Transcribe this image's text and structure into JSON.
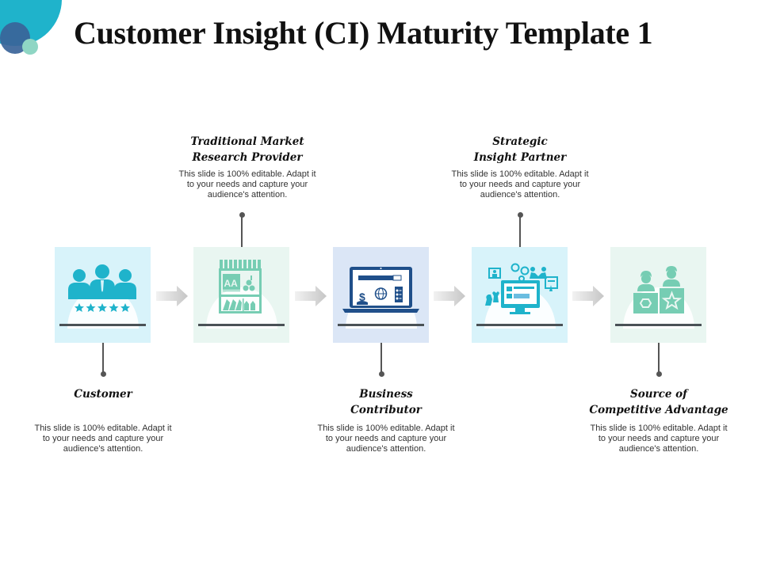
{
  "title": "Customer Insight (CI) Maturity Template 1",
  "colors": {
    "teal": "#1fb3cb",
    "mint": "#76cdb3",
    "navy": "#1f4f8a",
    "tile_light_blue": "#d8f3fa",
    "tile_mint": "#e9f6f1",
    "tile_blue": "#dbe6f6",
    "connector": "#555555"
  },
  "stages": [
    {
      "id": "customer",
      "heading_lines": [
        "Customer"
      ],
      "description_lines": [
        "This slide is 100% editable. Adapt it",
        "to your needs and capture your",
        "audience's attention."
      ],
      "icon": "customer-group-rating-icon",
      "position": "below"
    },
    {
      "id": "traditional-market-research-provider",
      "heading_lines": [
        "Traditional Market",
        "Research Provider"
      ],
      "description_lines": [
        "This slide is 100% editable. Adapt it",
        "to your needs and capture your",
        "audience's attention."
      ],
      "icon": "market-stall-icon",
      "position": "above"
    },
    {
      "id": "business-contributor",
      "heading_lines": [
        "Business",
        "Contributor"
      ],
      "description_lines": [
        "This slide is 100% editable. Adapt it",
        "to your needs and capture your",
        "audience's attention."
      ],
      "icon": "laptop-business-icon",
      "position": "below"
    },
    {
      "id": "strategic-insight-partner",
      "heading_lines": [
        "Strategic",
        "Insight Partner"
      ],
      "description_lines": [
        "This slide is 100% editable. Adapt it",
        "to your needs and capture your",
        "audience's attention."
      ],
      "icon": "monitor-strategy-icon",
      "position": "above"
    },
    {
      "id": "source-of-competitive-advantage",
      "heading_lines": [
        "Source of",
        "Competitive Advantage"
      ],
      "description_lines": [
        "This slide is 100% editable. Adapt it",
        "to your needs and capture your",
        "audience's attention."
      ],
      "icon": "competitors-podium-icon",
      "position": "below"
    }
  ]
}
